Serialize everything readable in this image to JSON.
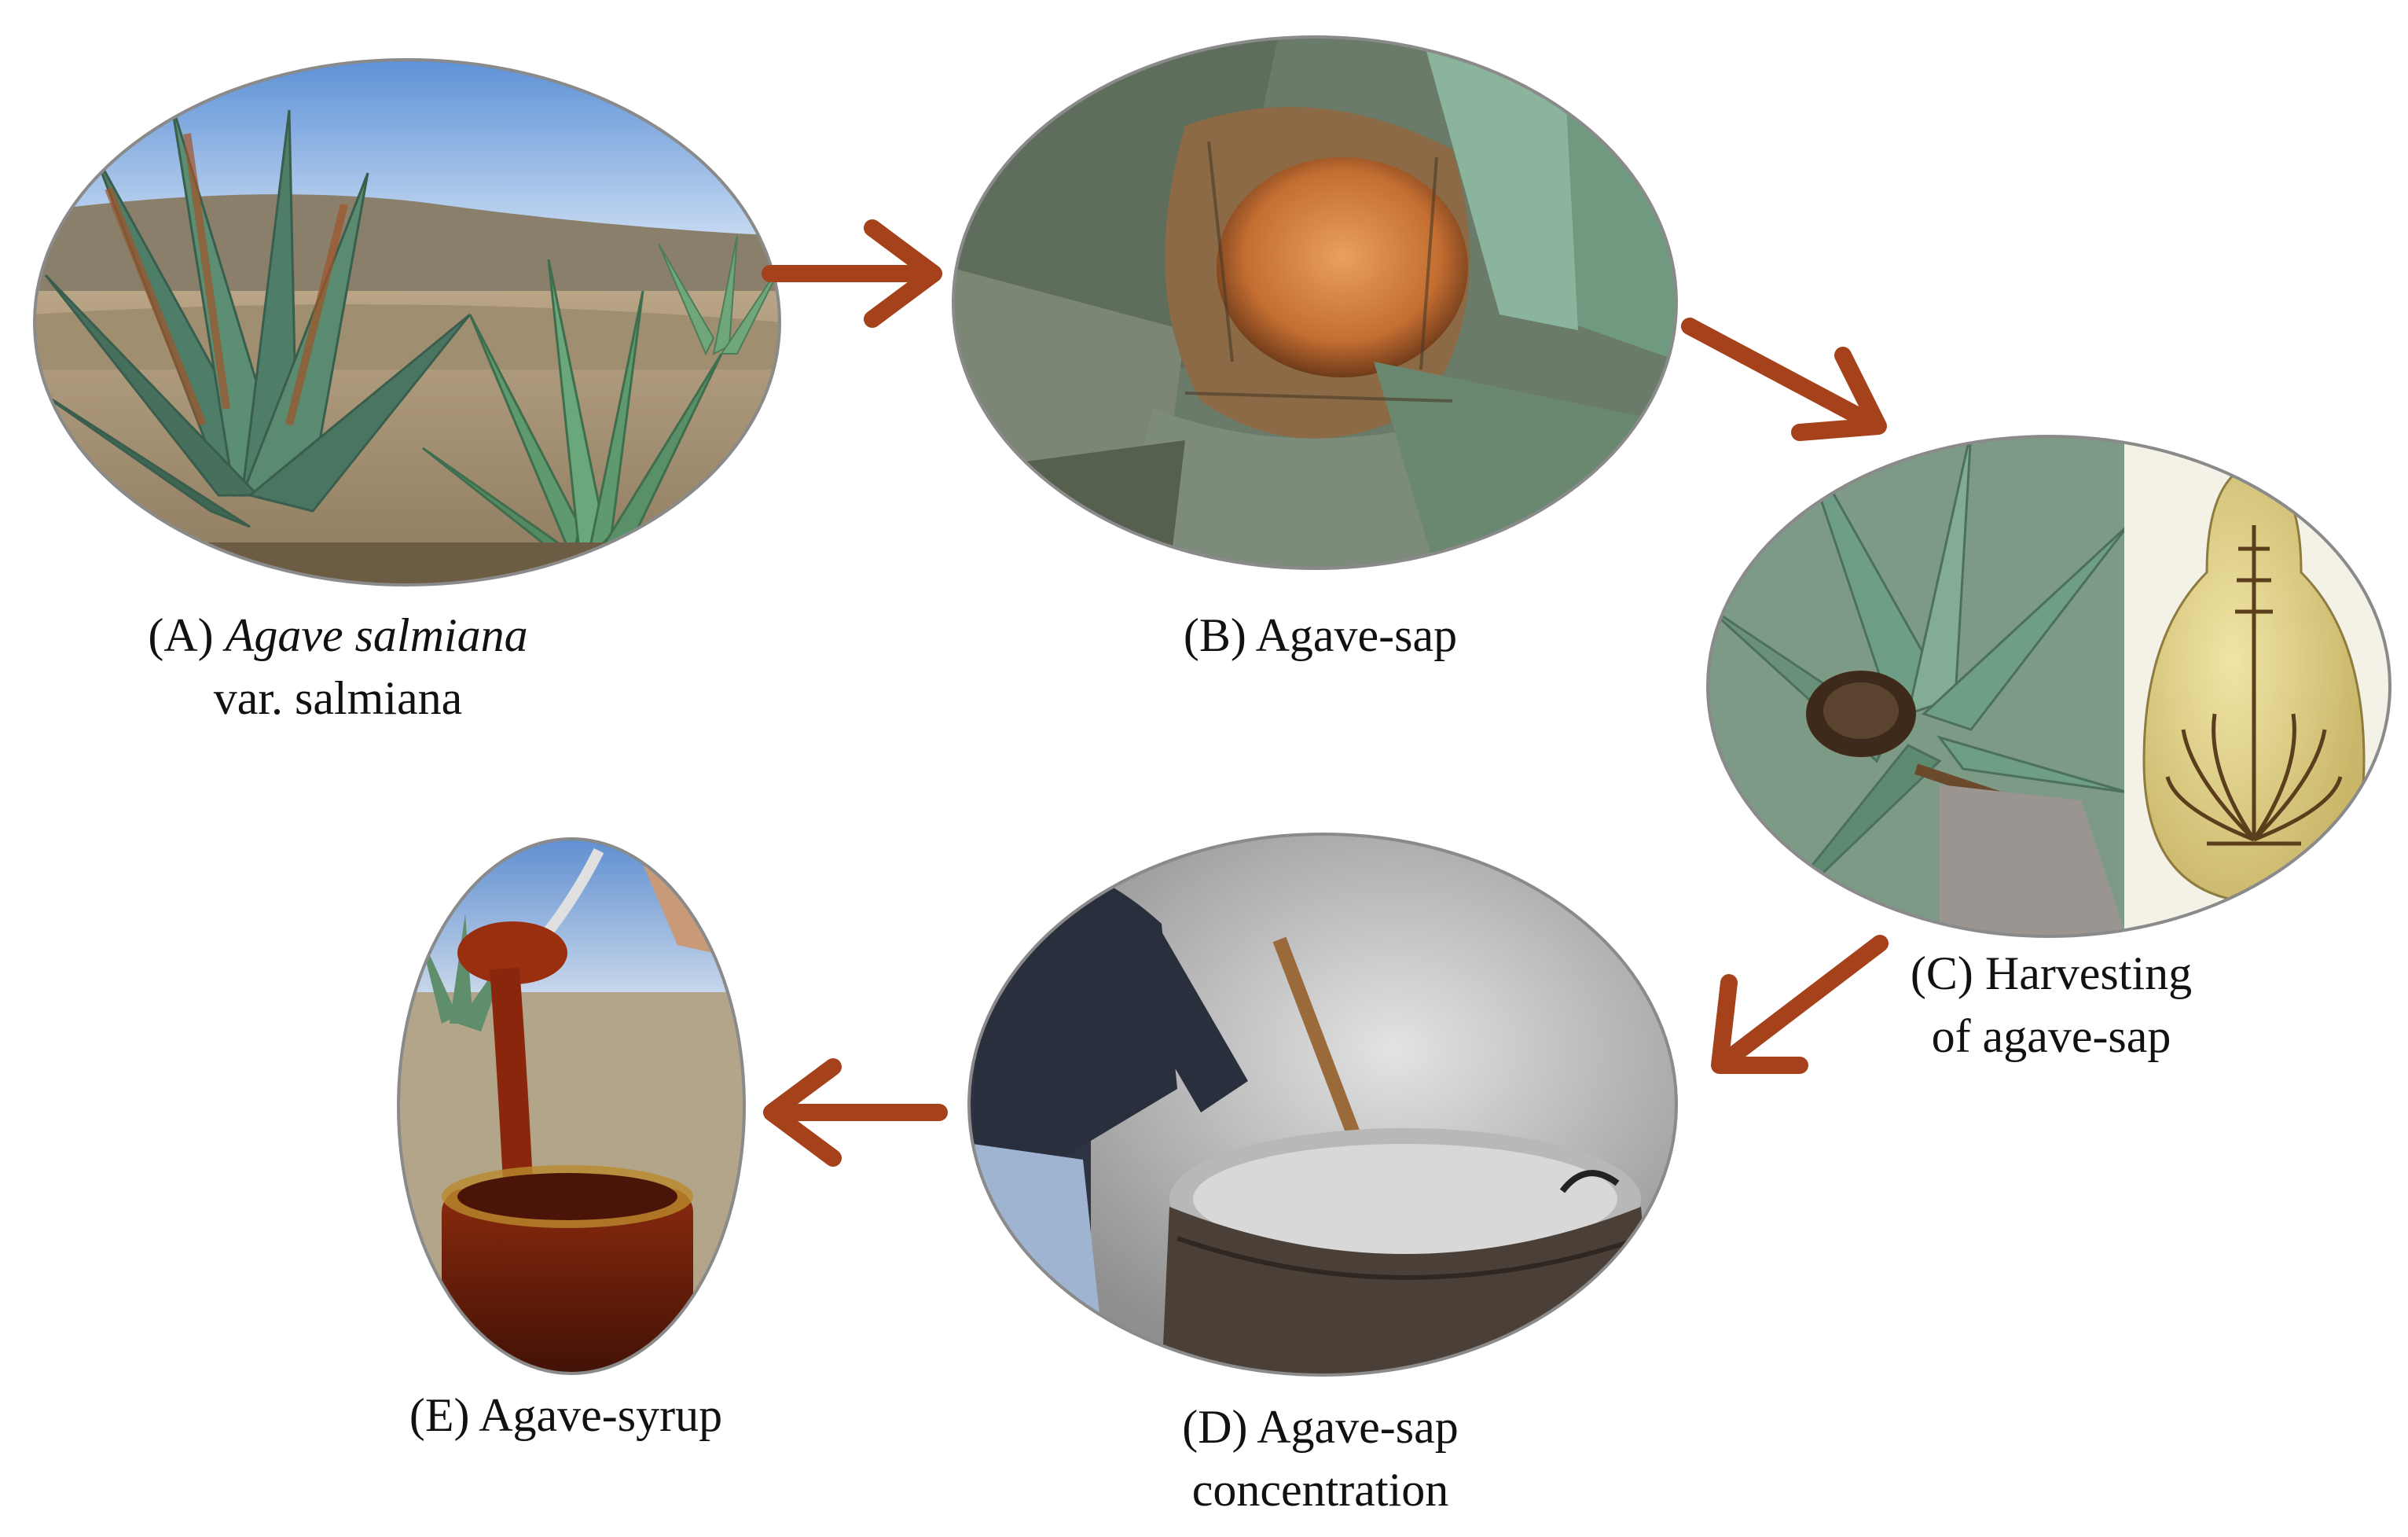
{
  "colors": {
    "arrow": "#a5421b",
    "ellipse_border": "#8a8a8a",
    "background": "#ffffff"
  },
  "steps": [
    {
      "letter": "(A)",
      "name_italic": "Agave salmiana",
      "name_line2": "var. salmiana",
      "photo_subject": "agave plants in field"
    },
    {
      "letter": "(B)",
      "name": "Agave-sap",
      "photo_subject": "scraped agave cavity"
    },
    {
      "letter": "(C)",
      "name_line1": "Harvesting",
      "name_line2": "of agave-sap",
      "photo_subject": "sap cavity and gourd container"
    },
    {
      "letter": "(D)",
      "name_line1": "Agave-sap",
      "name_line2": "concentration",
      "photo_subject": "boiling sap in cauldron"
    },
    {
      "letter": "(E)",
      "name": "Agave-syrup",
      "photo_subject": "syrup jar with spoon"
    }
  ],
  "flow": [
    "A",
    "B",
    "C",
    "D",
    "E"
  ]
}
